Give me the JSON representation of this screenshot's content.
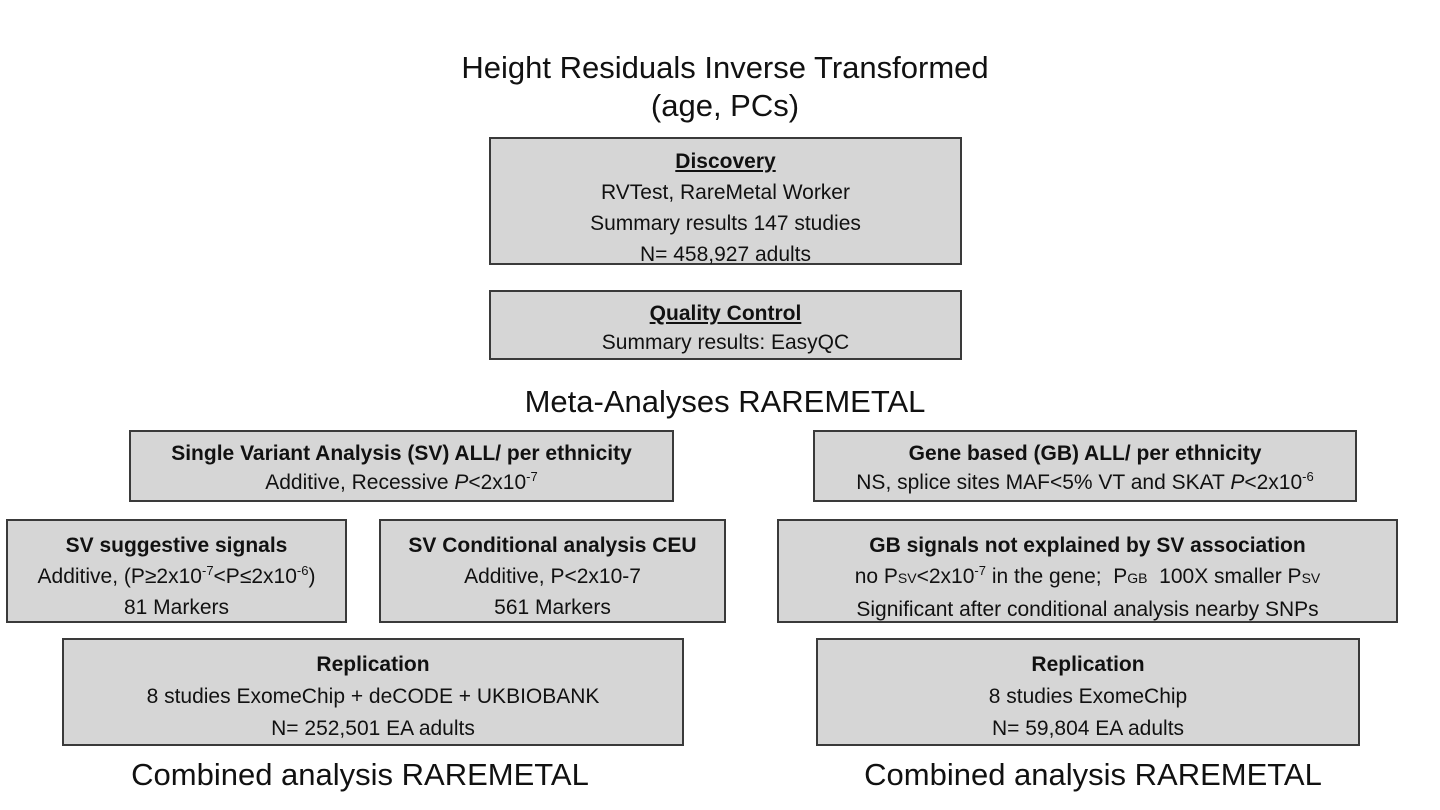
{
  "title": {
    "line1": "Height Residuals Inverse Transformed",
    "line2": "(age, PCs)"
  },
  "discovery": {
    "heading": "Discovery",
    "line1": "RVTest, RareMetal Worker",
    "line2": "Summary results 147 studies",
    "line3": "N= 458,927 adults"
  },
  "quality_control": {
    "heading": "Quality Control",
    "line1": "Summary results: EasyQC"
  },
  "meta_label": "Meta-Analyses RAREMETAL",
  "single_variant": {
    "heading": "Single Variant Analysis (SV)  ALL/ per ethnicity",
    "line1_text": "Additive, Recessive ",
    "line1_p": "P",
    "line1_rest": "<2x10",
    "line1_exp": "-7"
  },
  "gene_based": {
    "heading": "Gene based (GB) ALL/ per ethnicity",
    "line1_text": "NS, splice sites  MAF<5% VT and SKAT ",
    "line1_p": "P",
    "line1_rest": "<2x10",
    "line1_exp": "-6"
  },
  "sv_suggestive": {
    "heading": "SV suggestive signals",
    "line1_a": "Additive, (P≥2x10",
    "line1_exp1": "-7",
    "line1_b": "<P≤2x10",
    "line1_exp2": "-6",
    "line1_c": ")",
    "line2": "81 Markers"
  },
  "sv_conditional": {
    "heading": "SV Conditional analysis CEU",
    "line1": "Additive, P<2x10-7",
    "line2": "561 Markers"
  },
  "gb_signals": {
    "heading": "GB signals not explained by SV association",
    "line1_a": "no P",
    "line1_sub1": "SV",
    "line1_b": "<2x10",
    "line1_exp": "-7",
    "line1_c": " in the gene;  P",
    "line1_sub2": "GB",
    "line1_d": "  100X smaller P",
    "line1_sub3": "SV",
    "line2": "Significant after conditional analysis nearby SNPs"
  },
  "replication_sv": {
    "heading": "Replication",
    "line1": "8 studies ExomeChip + deCODE + UKBIOBANK",
    "line2": "N= 252,501 EA adults"
  },
  "replication_gb": {
    "heading": "Replication",
    "line1": "8 studies ExomeChip",
    "line2": "N= 59,804 EA adults"
  },
  "combined_left": "Combined analysis RAREMETAL",
  "combined_right": "Combined analysis RAREMETAL",
  "colors": {
    "box_fill": "#d6d6d6",
    "box_border": "#3a3a3a",
    "text": "#111111"
  }
}
